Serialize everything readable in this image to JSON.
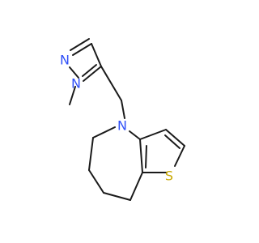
{
  "molecule": {
    "atoms": {
      "n_imidazole_top": {
        "symbol": "N",
        "color": "#3050F8"
      },
      "n_imidazole_methyl": {
        "symbol": "N",
        "color": "#3050F8"
      },
      "n_azepine": {
        "symbol": "N",
        "color": "#3050F8"
      },
      "s_thiophene": {
        "symbol": "S",
        "color": "#C8A800"
      }
    },
    "bond_color": "#1a1a1a"
  }
}
